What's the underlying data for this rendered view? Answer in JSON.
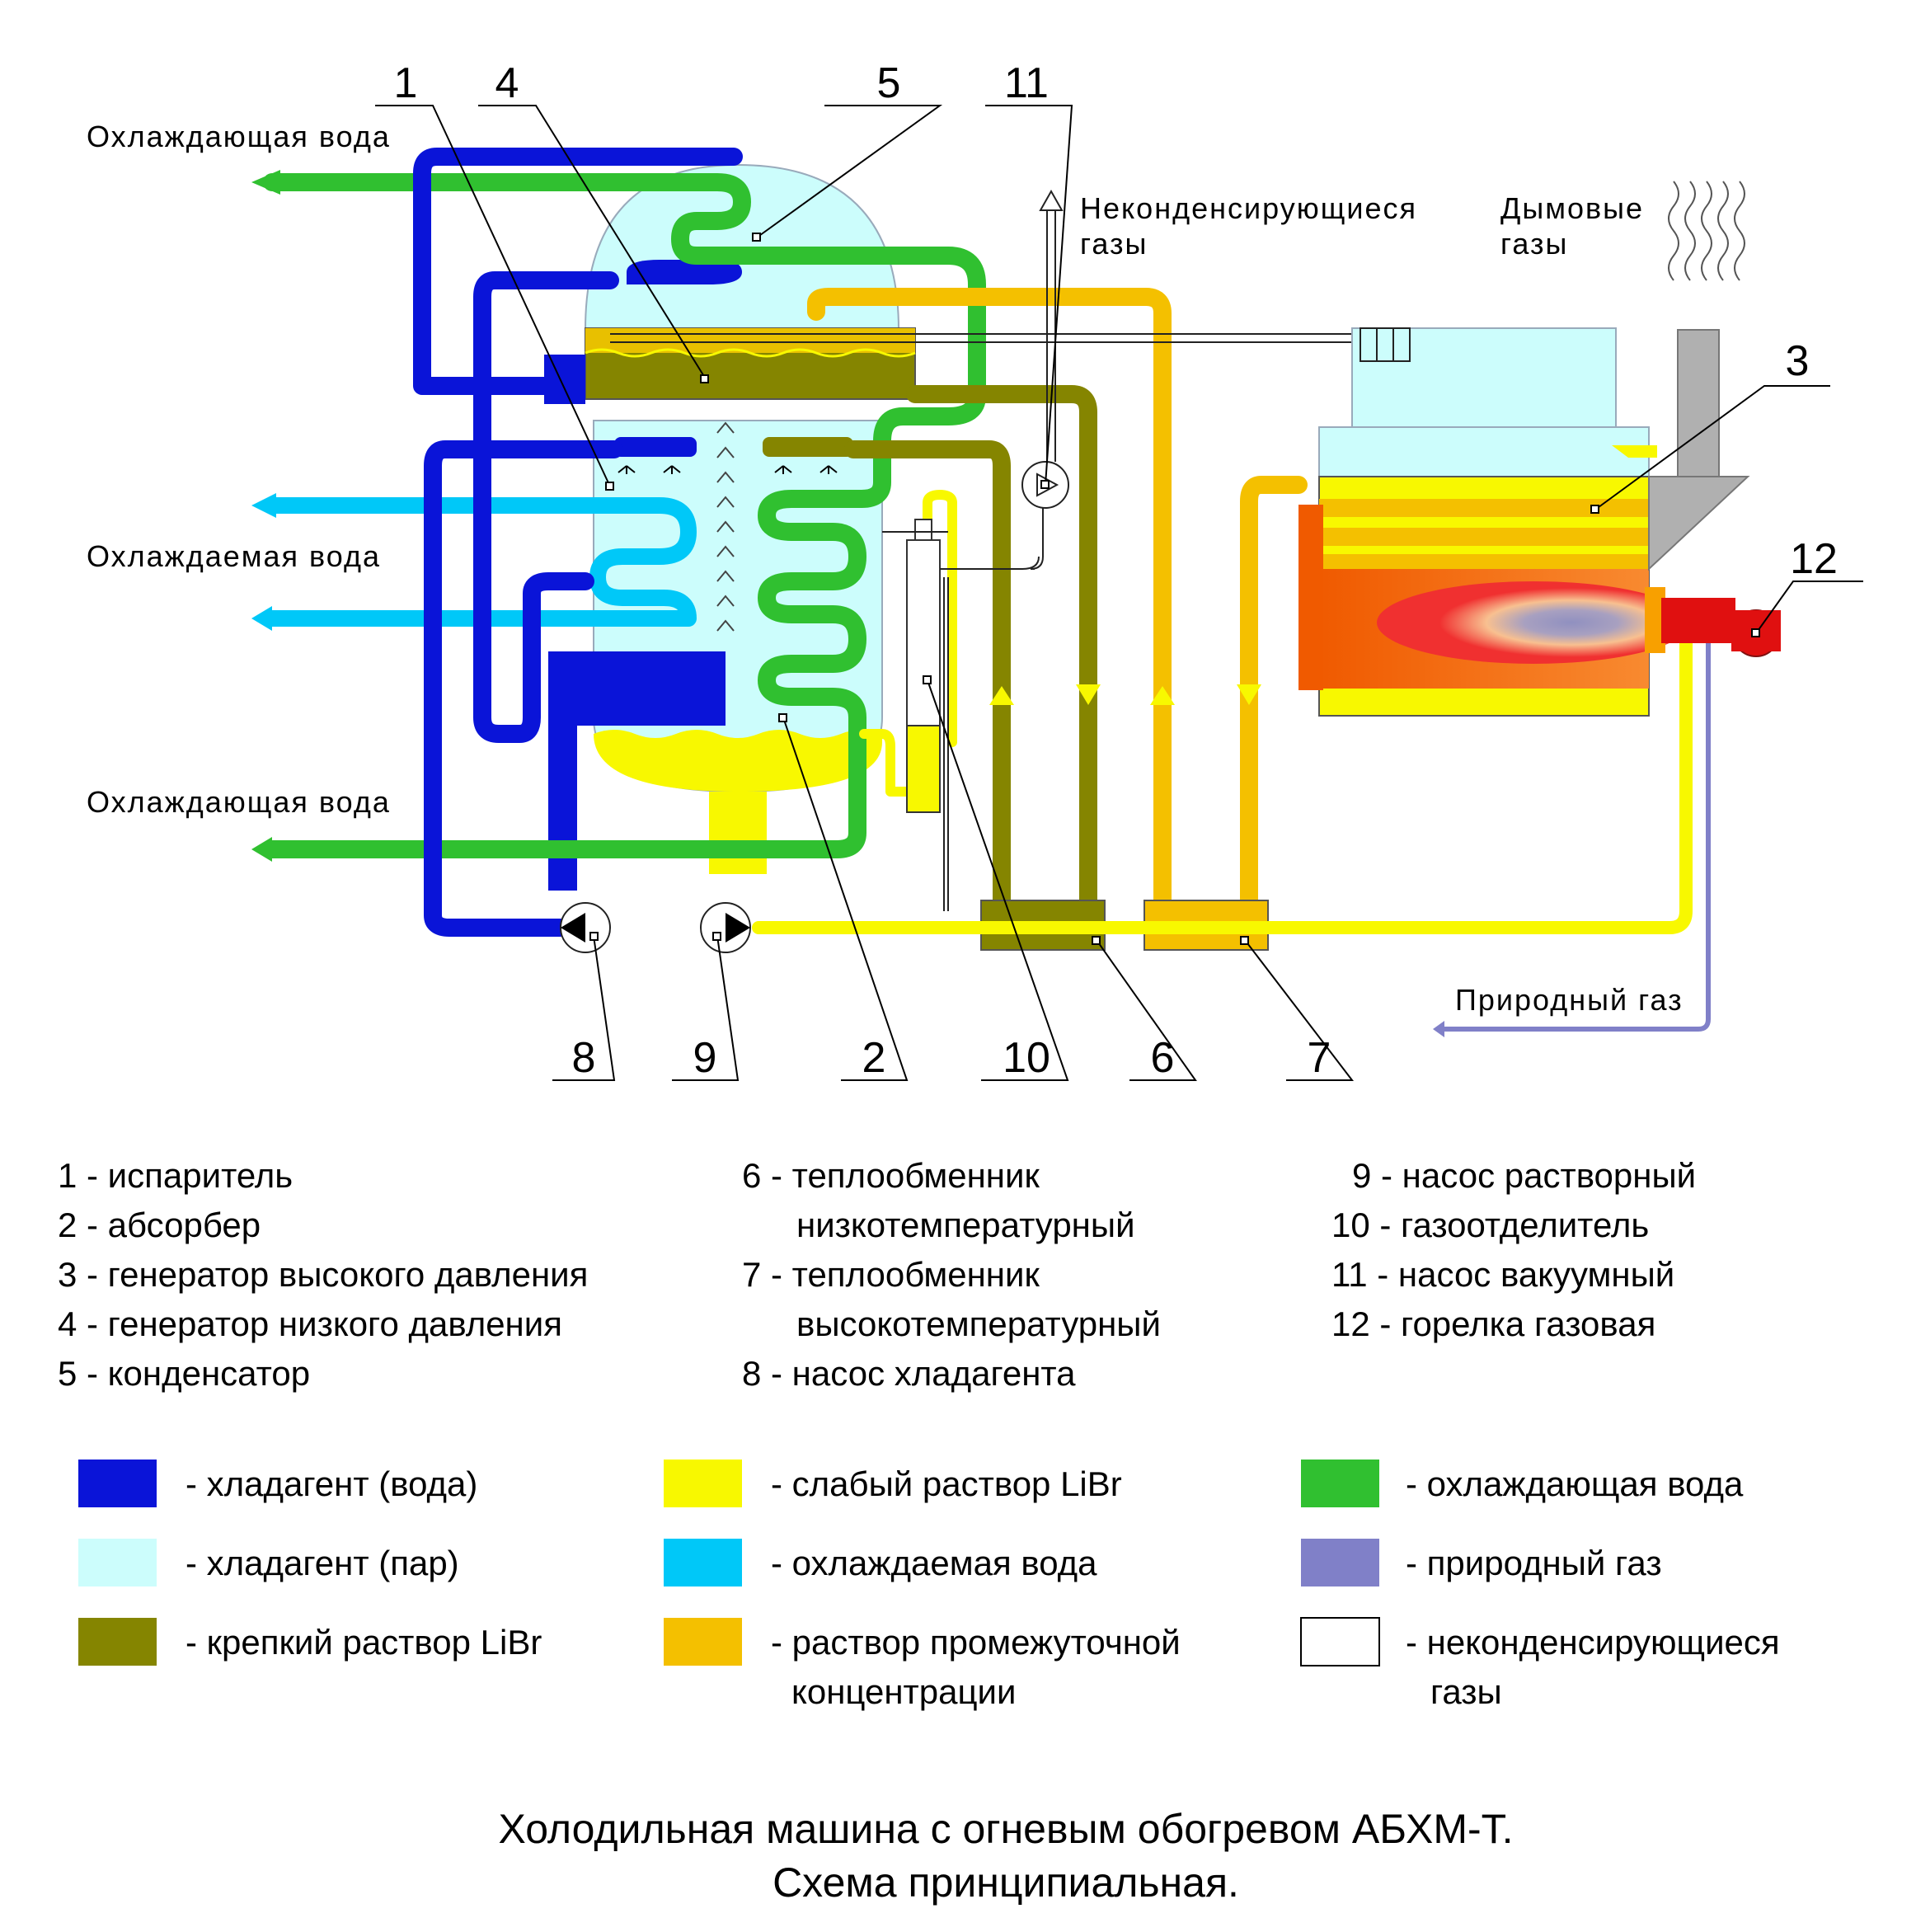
{
  "diagram": {
    "callouts": [
      "1",
      "4",
      "5",
      "11",
      "3",
      "12",
      "8",
      "9",
      "2",
      "10",
      "6",
      "7"
    ],
    "labels": {
      "cooling_water_top": "Охлаждающая вода",
      "chilled_water": "Охлаждаемая вода",
      "cooling_water_bottom": "Охлаждающая вода",
      "noncondensable_line1": "Неконденсирующиеся",
      "noncondensable_line2": "газы",
      "flue_line1": "Дымовые",
      "flue_line2": "газы",
      "natural_gas": "Природный газ"
    },
    "components": [
      {
        "lines": [
          "1 - испаритель"
        ]
      },
      {
        "lines": [
          "2 - абсорбер"
        ]
      },
      {
        "lines": [
          "3 - генератор высокого давления"
        ]
      },
      {
        "lines": [
          "4 - генератор низкого давления"
        ]
      },
      {
        "lines": [
          "5 - конденсатор"
        ]
      },
      {
        "lines": [
          "6 - теплообменник",
          "низкотемпературный"
        ]
      },
      {
        "lines": [
          "7 - теплообменник",
          "высокотемпературный"
        ]
      },
      {
        "lines": [
          "8 - насос хладагента"
        ]
      },
      {
        "lines": [
          "9 - насос растворный"
        ]
      },
      {
        "lines": [
          "10 - газоотделитель"
        ]
      },
      {
        "lines": [
          "11 - насос вакуумный"
        ]
      },
      {
        "lines": [
          "12 - горелка газовая"
        ]
      }
    ],
    "legend": [
      {
        "lines": [
          "- хладагент (вода)"
        ],
        "color": "#0a14d8"
      },
      {
        "lines": [
          "- хладагент (пар)"
        ],
        "color": "#ccfdfc"
      },
      {
        "lines": [
          "- крепкий раствор LiBr"
        ],
        "color": "#858500"
      },
      {
        "lines": [
          "- слабый раствор LiBr"
        ],
        "color": "#f8f800"
      },
      {
        "lines": [
          "- охлаждаемая вода"
        ],
        "color": "#00c8f8"
      },
      {
        "lines": [
          "- раствор промежуточной",
          "концентрации"
        ],
        "color": "#f4c000"
      },
      {
        "lines": [
          "- охлаждающая вода"
        ],
        "color": "#30c030"
      },
      {
        "lines": [
          "- природный газ"
        ],
        "color": "#8080c8"
      },
      {
        "lines": [
          "- неконденсирующиеся",
          "газы"
        ],
        "color": "#ffffff"
      }
    ],
    "title": [
      "Холодильная машина с огневым обогревом АБХМ-Т.",
      "Схема принципиальная."
    ]
  }
}
